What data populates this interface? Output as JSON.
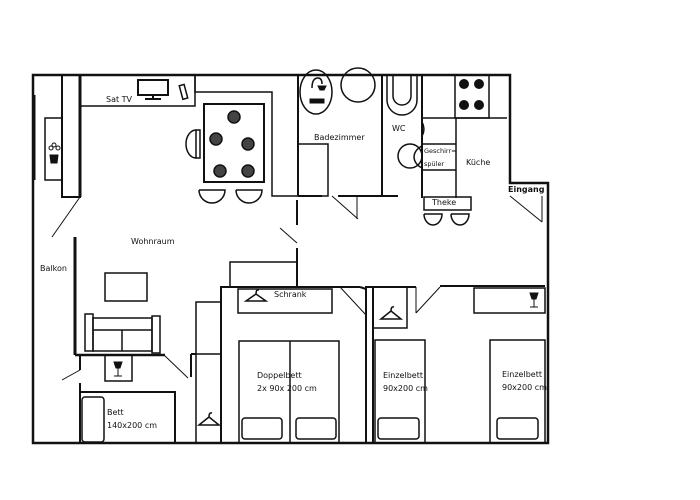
{
  "plan": {
    "rooms": {
      "balcony": "Balkon",
      "living_room": "Wohnraum",
      "bathroom": "Badezimmer",
      "wc": "WC",
      "kitchen": "Küche",
      "entrance": "Eingang"
    },
    "furniture": {
      "sat_tv": "Sat TV",
      "dishwasher_line1": "Geschirr=",
      "dishwasher_line2": "spüler",
      "counter": "Theke",
      "wardrobe": "Schrank",
      "bed_small_title": "Bett",
      "bed_small_size": "140x200 cm",
      "double_bed_title": "Doppelbett",
      "double_bed_size": "2x 90x 200 cm",
      "single_bed_1_title": "Einzelbett",
      "single_bed_1_size": "90x200 cm",
      "single_bed_2_title": "Einzelbett",
      "single_bed_2_size": "90x200 cm"
    },
    "colors": {
      "wall": "#111111",
      "background": "#ffffff"
    }
  }
}
